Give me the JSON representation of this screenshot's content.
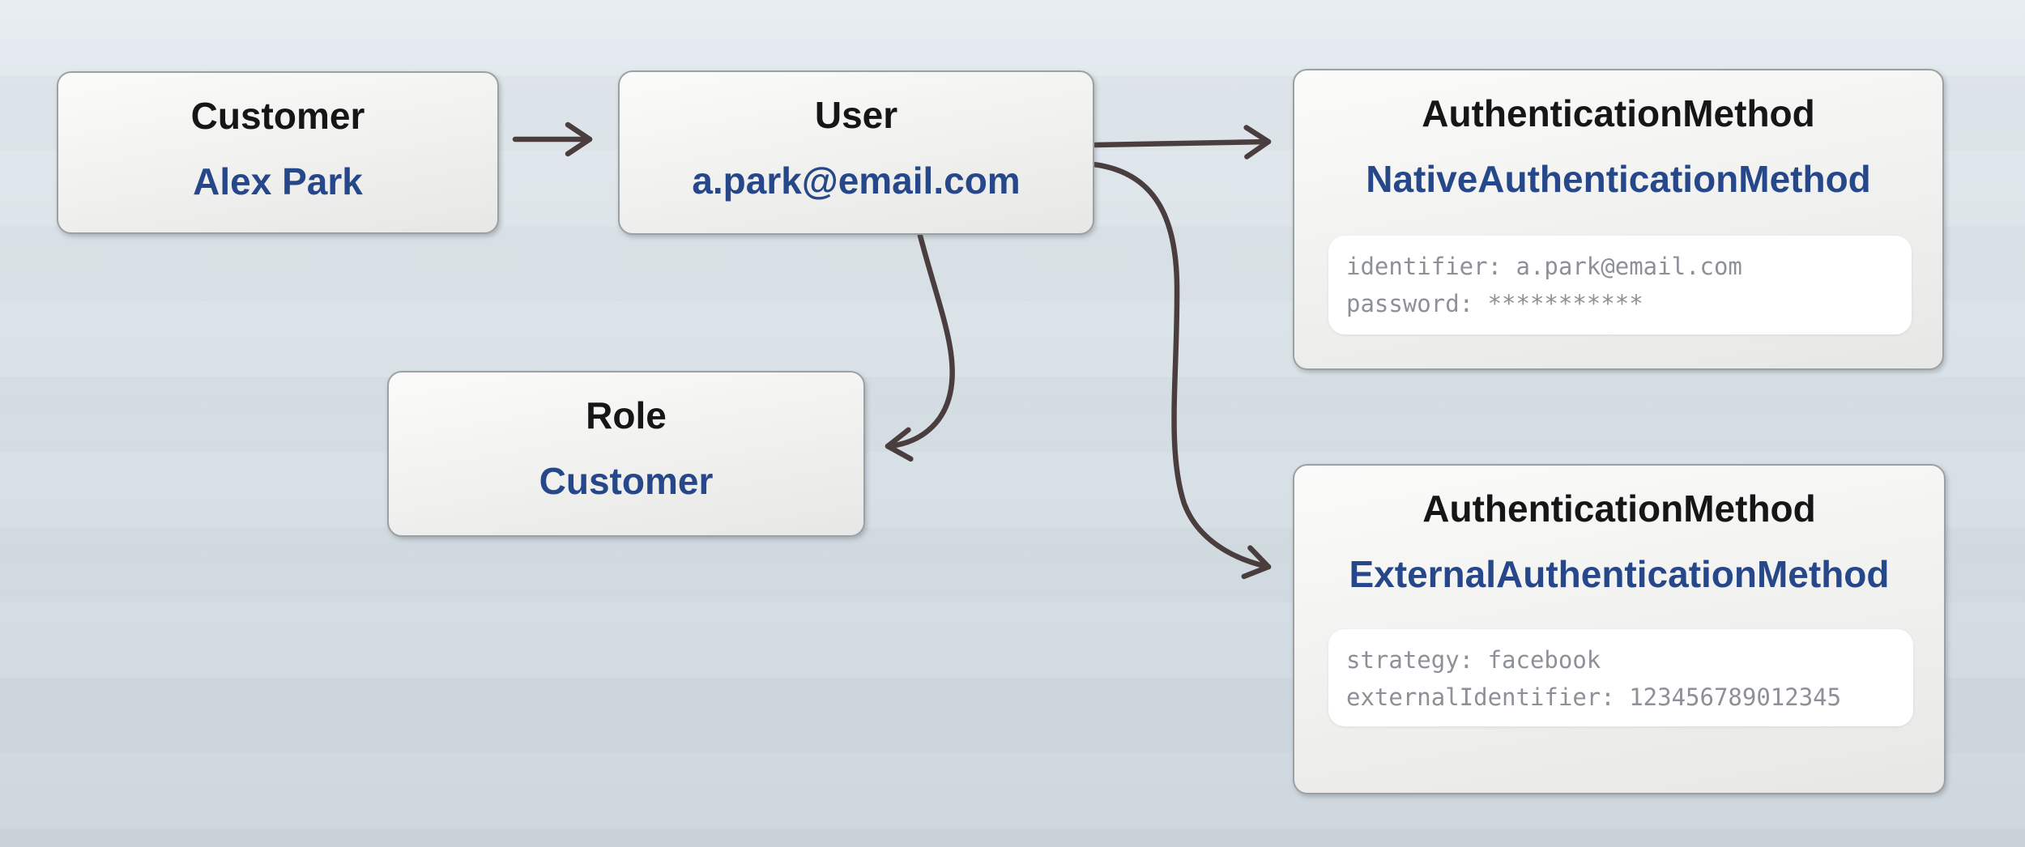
{
  "diagram": {
    "colors": {
      "bg_top": "#e7edf2",
      "bg_bottom": "#ccd6dc",
      "node_border": "#9aa1a4",
      "title_color": "#161616",
      "value_color": "#26488a",
      "attr_color": "#8d9197",
      "arrow_color": "#4a3d3d"
    },
    "nodes": [
      {
        "id": "customer",
        "title": "Customer",
        "value": "Alex Park"
      },
      {
        "id": "user",
        "title": "User",
        "value": "a.park@email.com"
      },
      {
        "id": "role",
        "title": "Role",
        "value": "Customer"
      },
      {
        "id": "auth-native",
        "title": "AuthenticationMethod",
        "value": "NativeAuthenticationMethod",
        "attrs": [
          "identifier: a.park@email.com",
          "password: ***********"
        ]
      },
      {
        "id": "auth-external",
        "title": "AuthenticationMethod",
        "value": "ExternalAuthenticationMethod",
        "attrs": [
          "strategy: facebook",
          "externalIdentifier: 123456789012345"
        ]
      }
    ],
    "edges": [
      {
        "from": "customer",
        "to": "user",
        "style": "straight"
      },
      {
        "from": "user",
        "to": "auth-native",
        "style": "straight"
      },
      {
        "from": "user",
        "to": "role",
        "style": "curved"
      },
      {
        "from": "user",
        "to": "auth-external",
        "style": "curved"
      }
    ]
  }
}
